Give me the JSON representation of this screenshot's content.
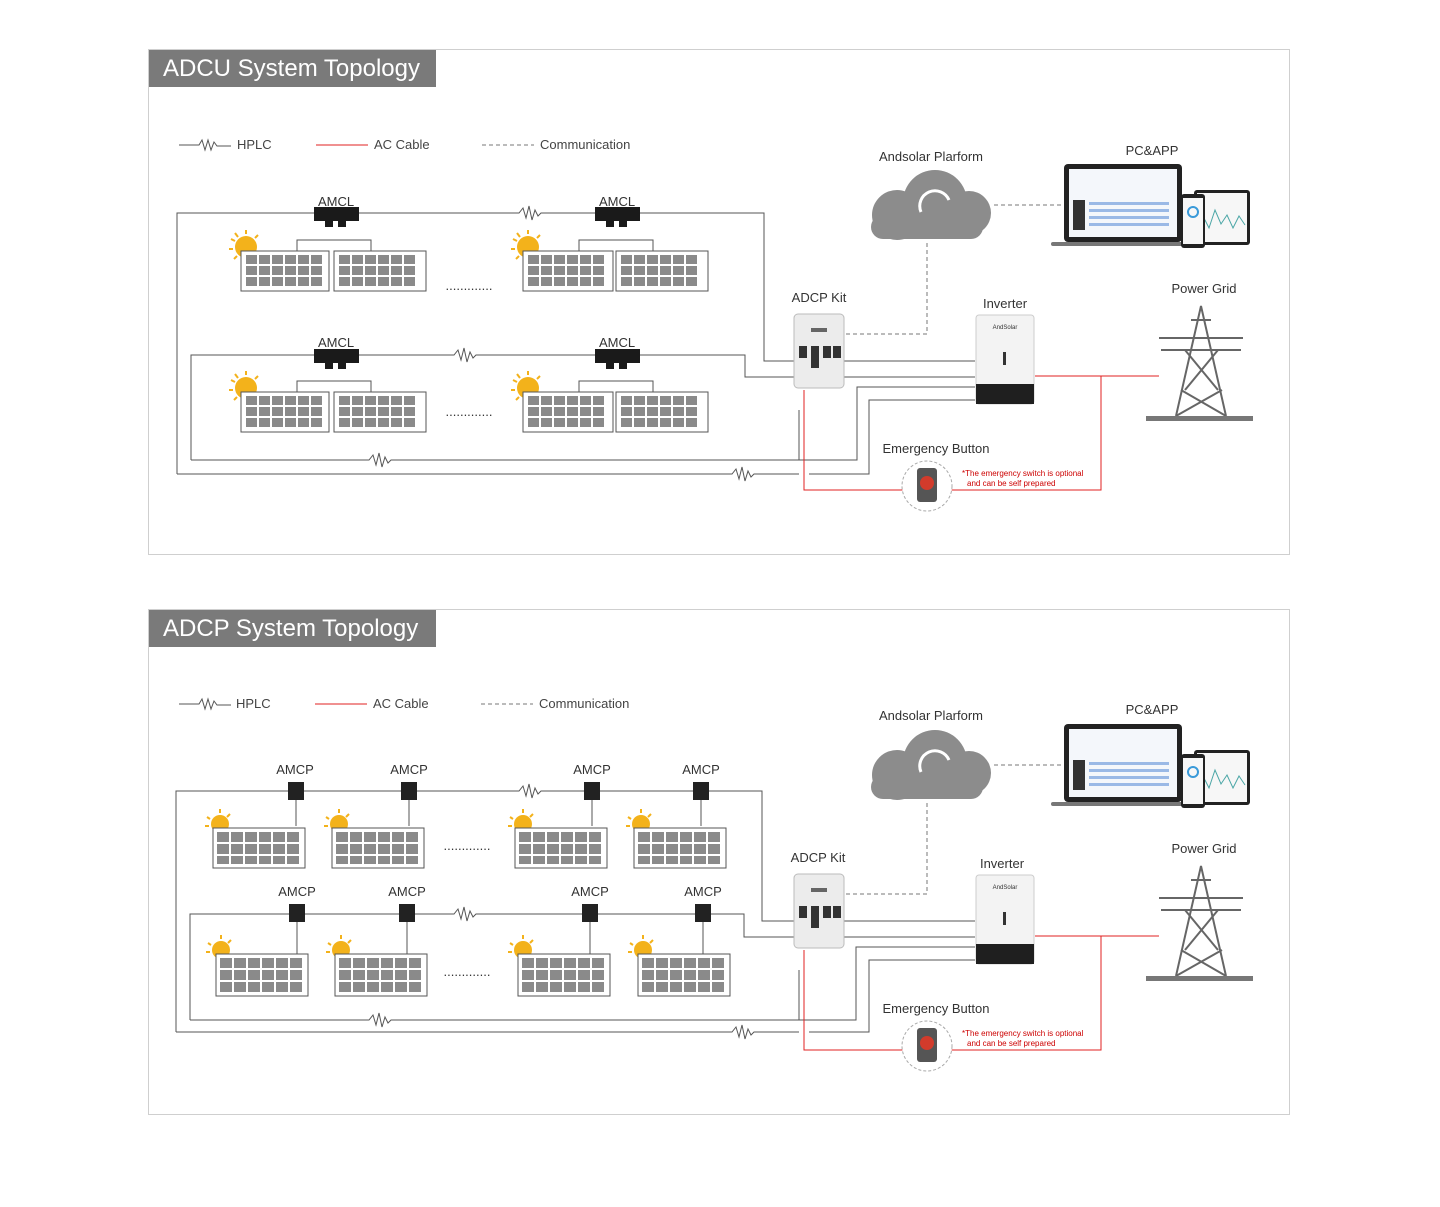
{
  "diagrams": [
    {
      "title": "ADCU System Topology",
      "legend": {
        "hplc": "HPLC",
        "ac": "AC Cable",
        "comm": "Communication"
      },
      "cloud_label": "Andsolar Plarform",
      "pc_label": "PC&APP",
      "adcp_label": "ADCP Kit",
      "inverter_label": "Inverter",
      "grid_label": "Power Grid",
      "emergency_label": "Emergency Button",
      "note_line1": "*The emergency switch is optional",
      "note_line2": "and can be self prepared",
      "brand": "AndSolar",
      "dots": ".............",
      "micro_labels": [
        "AMCL",
        "AMCL",
        "AMCL",
        "AMCL"
      ]
    },
    {
      "title": "ADCP System Topology",
      "legend": {
        "hplc": "HPLC",
        "ac": "AC Cable",
        "comm": "Communication"
      },
      "cloud_label": "Andsolar Plarform",
      "pc_label": "PC&APP",
      "adcp_label": "ADCP Kit",
      "inverter_label": "Inverter",
      "grid_label": "Power Grid",
      "emergency_label": "Emergency Button",
      "note_line1": "*The emergency switch is optional",
      "note_line2": "and can be self prepared",
      "brand": "AndSolar",
      "dots": ".............",
      "micro_labels": [
        "AMCP",
        "AMCP",
        "AMCP",
        "AMCP",
        "AMCP",
        "AMCP",
        "AMCP",
        "AMCP"
      ]
    }
  ],
  "colors": {
    "ac_cable": "#e02020",
    "wire": "#555555",
    "sun": "#f3b21b",
    "title_bg": "#7a7a7a",
    "note": "#cc0000"
  }
}
